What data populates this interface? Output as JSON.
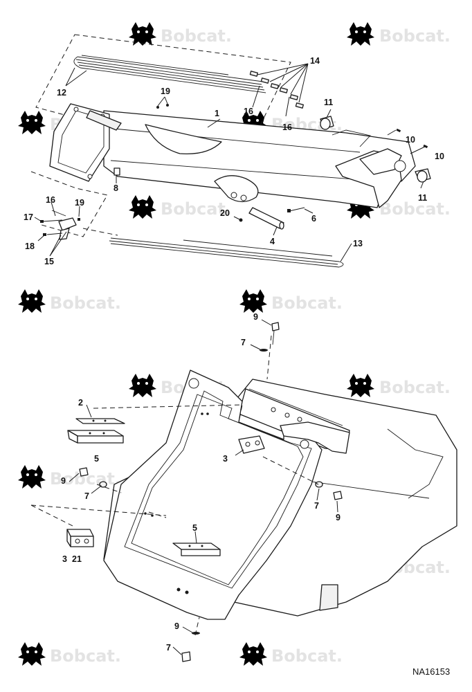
{
  "watermark": {
    "brand": "Bobcat."
  },
  "figure_id": "NA16153",
  "callouts": {
    "c1": "1",
    "c2": "2",
    "c3a": "3",
    "c3b": "3",
    "c4": "4",
    "c5a": "5",
    "c5b": "5",
    "c6": "6",
    "c7a": "7",
    "c7b": "7",
    "c7c": "7",
    "c7d": "7",
    "c8": "8",
    "c9a": "9",
    "c9b": "9",
    "c9c": "9",
    "c9d": "9",
    "c10a": "10",
    "c10b": "10",
    "c11a": "11",
    "c11b": "11",
    "c12": "12",
    "c13": "13",
    "c14": "14",
    "c15": "15",
    "c16a": "16",
    "c16b": "16",
    "c16c": "16",
    "c17": "17",
    "c18": "18",
    "c19a": "19",
    "c19b": "19",
    "c20": "20",
    "c21": "21"
  }
}
